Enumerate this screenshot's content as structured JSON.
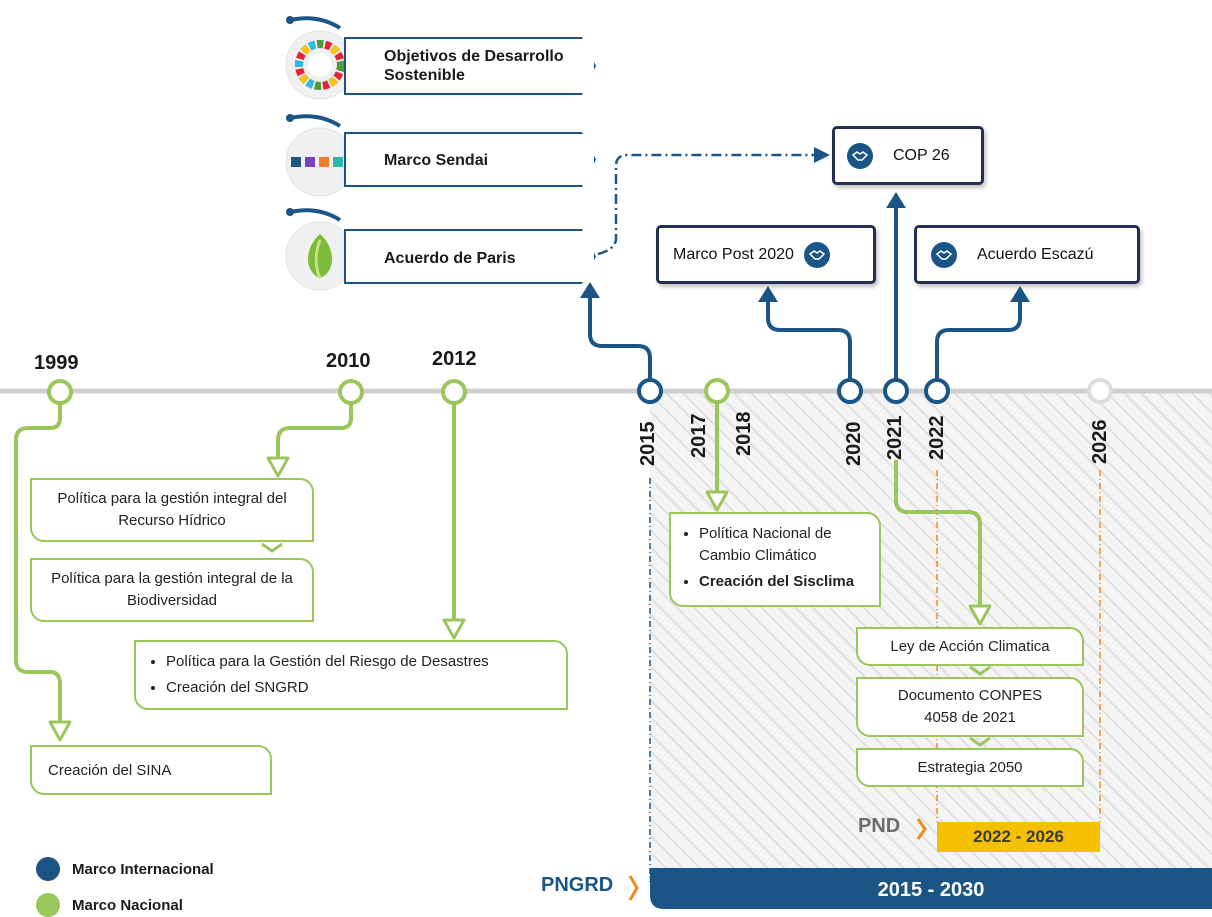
{
  "colors": {
    "internacional": "#1b5586",
    "nacional": "#9bc65c",
    "pnd_accent": "#f5c000",
    "chevron_accent": "#f08a1c",
    "future_dashes": "#f08a1c",
    "timeline_gray": "#cfcfcf"
  },
  "years": {
    "y1999": "1999",
    "y2010": "2010",
    "y2012": "2012",
    "y2015": "2015",
    "y2017": "2017",
    "y2018": "2018",
    "y2020": "2020",
    "y2021": "2021",
    "y2022": "2022",
    "y2026": "2026"
  },
  "international": {
    "ods": "Objetivos de Desarrollo Sostenible",
    "sendai": "Marco Sendai",
    "paris": "Acuerdo de Paris",
    "cop26": "COP 26",
    "post2020": "Marco Post 2020",
    "escazu": "Acuerdo Escazú"
  },
  "national": {
    "recurso_hidrico": "Política para la gestión integral del Recurso Hídrico",
    "biodiversidad": "Política para la gestión integral de la Biodiversidad",
    "riesgo_1": "Política para la Gestión del Riesgo de Desastres",
    "riesgo_2": "Creación del SNGRD",
    "sina": "Creación del SINA",
    "cambio_1": "Política Nacional de Cambio Climático",
    "cambio_2": "Creación del Sisclima",
    "ley_accion": "Ley de Acción Climatica",
    "conpes": "Documento CONPES 4058 de 2021",
    "estrategia": "Estrategia 2050"
  },
  "periods": {
    "pnd_label": "PND",
    "pnd_range": "2022 - 2026",
    "pngrd_label": "PNGRD",
    "pngrd_range": "2015 - 2030"
  },
  "legend": {
    "internacional": "Marco Internacional",
    "nacional": "Marco Nacional"
  }
}
